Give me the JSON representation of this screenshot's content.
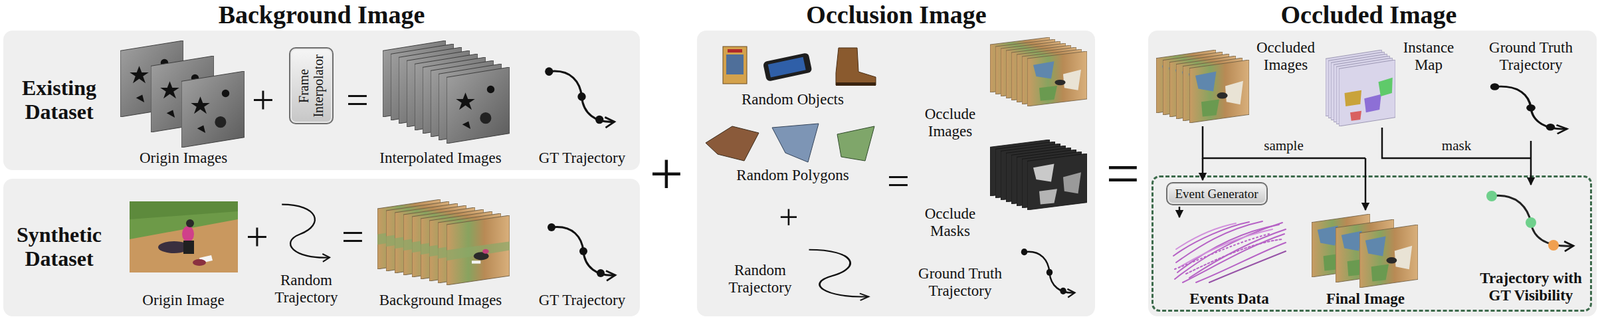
{
  "diagram": {
    "nodes": [
      {
        "text": [
          "Existing Dataset",
          "Origin Images",
          "Interpolated Images",
          "GT Trajectory"
        ]
      },
      {
        "text": [
          "Frame Interpolator"
        ],
        "in": 0
      },
      {
        "text": [
          "Synthetic Dataset",
          "Origin Image",
          "Random Trajectory",
          "Background Images",
          "GT Trajectory"
        ]
      },
      {
        "text": [
          "Random Objects",
          "Random Polygons",
          "Random Trajectory",
          "Occlude Images",
          "Occlude Masks",
          "Ground Truth Trajectory"
        ]
      },
      {
        "text": [
          "Occluded Images",
          "Instance Map",
          "Ground Truth Trajectory"
        ]
      },
      {
        "text": [
          "Events Data",
          "Final Image",
          "Trajectory with GT Visibility"
        ],
        "in": 4
      },
      {
        "text": [
          "Event Generator"
        ],
        "in": 5
      }
    ],
    "labels": [
      "Background Image",
      "Occlusion Image",
      "Occluded Image",
      "+",
      "=",
      "+",
      "=",
      "+",
      "=",
      "+",
      "=",
      "sample",
      "mask"
    ]
  }
}
